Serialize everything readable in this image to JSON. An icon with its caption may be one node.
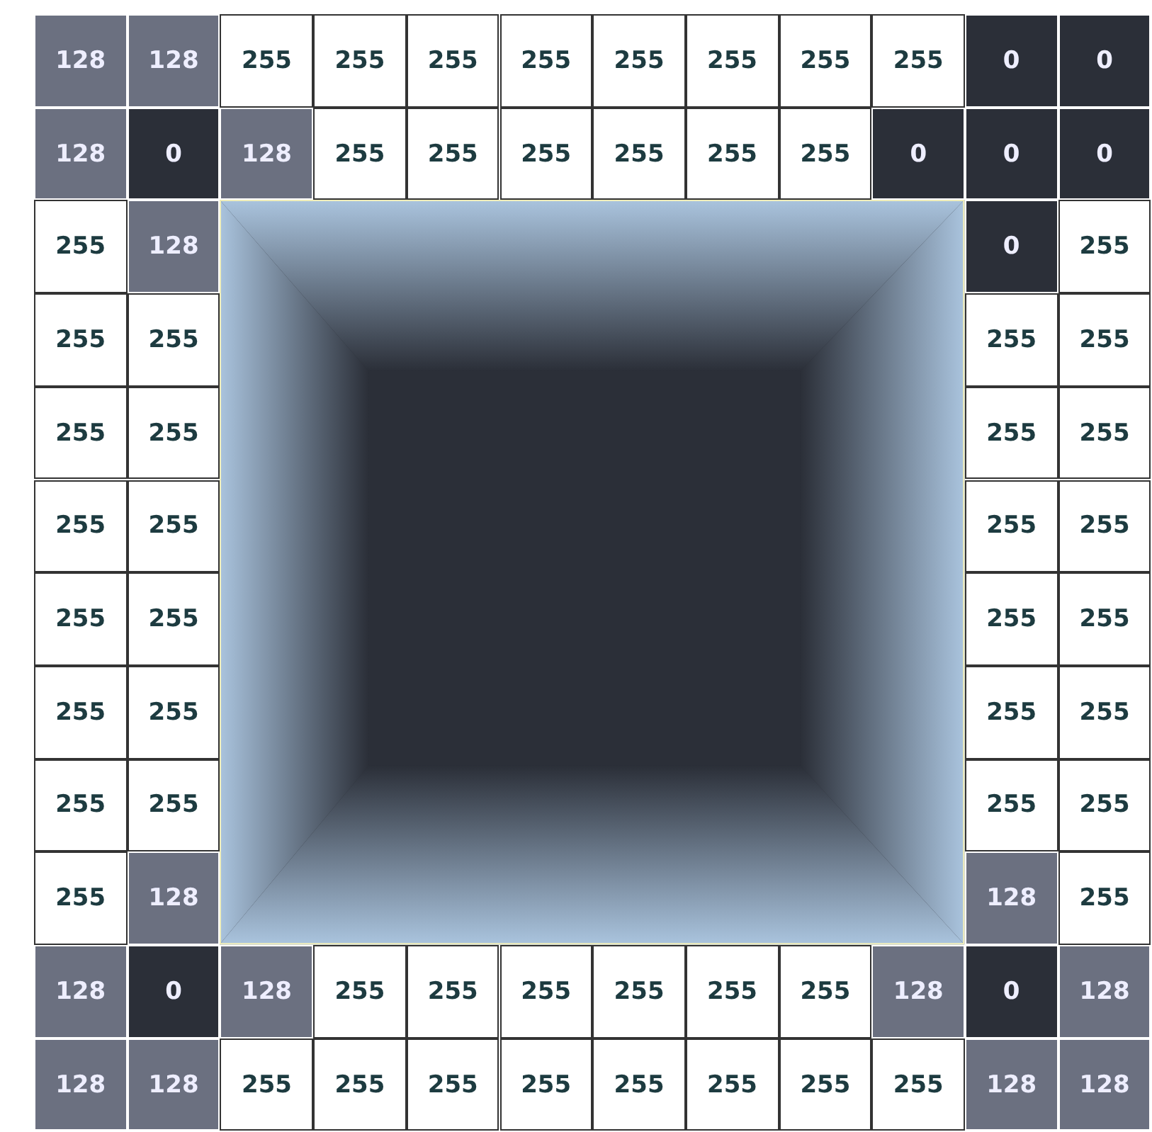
{
  "diagram": {
    "labels": [
      "128",
      "128",
      "255",
      "255",
      "255",
      "255",
      "255",
      "255",
      "255",
      "255",
      "0",
      "0",
      "128",
      "0",
      "128",
      "255",
      "255",
      "255",
      "255",
      "255",
      "255",
      "0",
      "0",
      "0",
      "255",
      "128",
      "0",
      "255",
      "255",
      "255",
      "255",
      "255",
      "255",
      "255",
      "255",
      "255",
      "255",
      "255",
      "255",
      "255",
      "255",
      "255",
      "255",
      "255",
      "255",
      "255",
      "255",
      "255",
      "255",
      "255",
      "255",
      "255",
      "255",
      "128",
      "128",
      "255",
      "128",
      "0",
      "128",
      "255",
      "255",
      "255",
      "255",
      "255",
      "255",
      "128",
      "0",
      "128",
      "128",
      "128",
      "255",
      "255",
      "255",
      "255",
      "255",
      "255",
      "255",
      "255",
      "128",
      "128"
    ]
  }
}
